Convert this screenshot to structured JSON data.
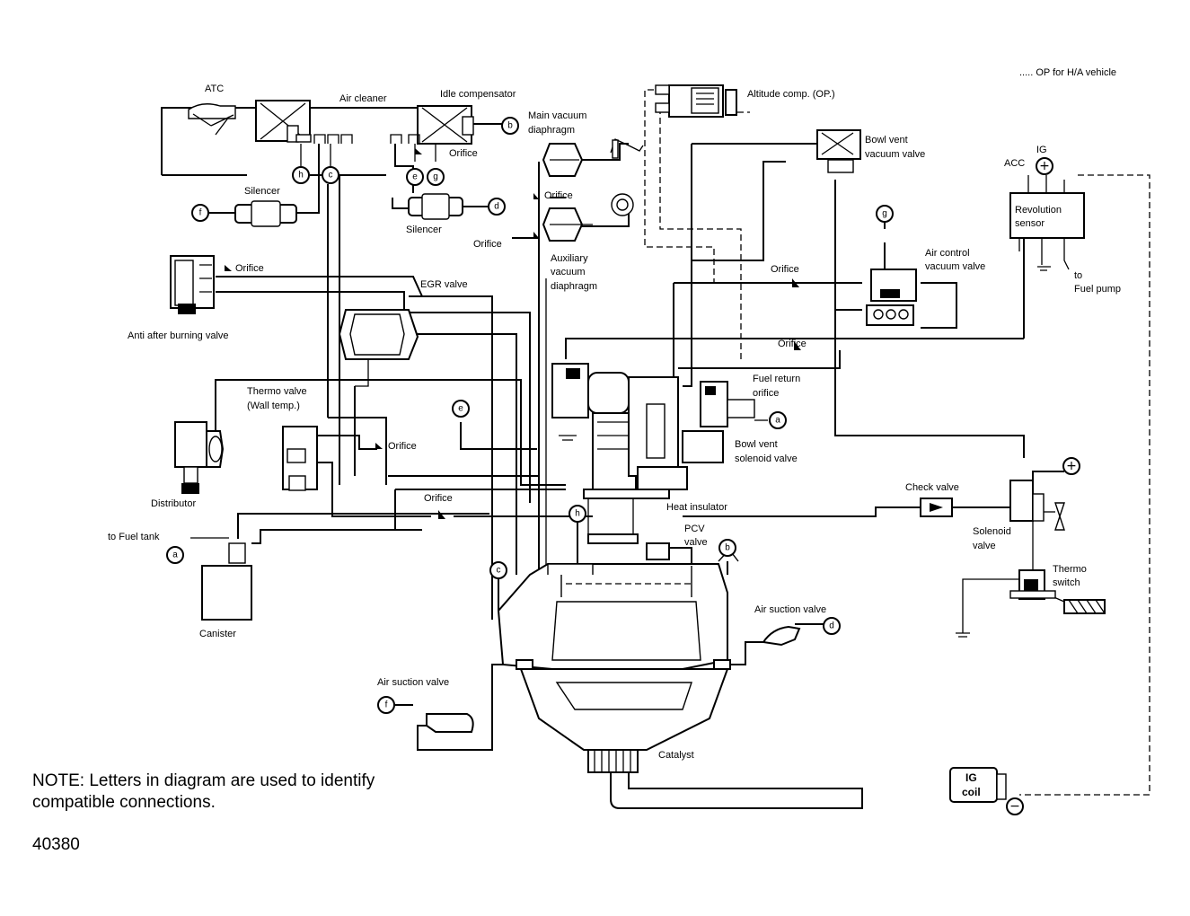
{
  "header": {
    "op_note": "..... OP for H/A vehicle"
  },
  "labels": {
    "atc": "ATC",
    "air_cleaner": "Air cleaner",
    "idle_compensator": "Idle compensator",
    "main_vacuum_diaphragm_1": "Main vacuum",
    "main_vacuum_diaphragm_2": "diaphragm",
    "altitude_comp": "Altitude comp. (OP.)",
    "bowl_vent_vacuum_valve_1": "Bowl vent",
    "bowl_vent_vacuum_valve_2": "vacuum valve",
    "acc": "ACC",
    "ig": "IG",
    "revolution_sensor_1": "Revolution",
    "revolution_sensor_2": "sensor",
    "to_fuel_pump_1": "to",
    "to_fuel_pump_2": "Fuel pump",
    "orifice_idle": "Orifice",
    "orifice_main": "Orifice",
    "orifice_aux": "Orifice",
    "orifice_anti": "Orifice",
    "orifice_upper": "Orifice",
    "orifice_middle": "Orifice",
    "orifice_thermo": "Orifice",
    "orifice_lower": "Orifice",
    "silencer_left": "Silencer",
    "silencer_center": "Silencer",
    "auxiliary_vacuum_diaphragm_1": "Auxiliary",
    "auxiliary_vacuum_diaphragm_2": "vacuum",
    "auxiliary_vacuum_diaphragm_3": "diaphragm",
    "air_control_vacuum_valve_1": "Air control",
    "air_control_vacuum_valve_2": "vacuum valve",
    "anti_after_burning_valve": "Anti after burning valve",
    "egr_valve": "EGR valve",
    "thermo_valve_1": "Thermo valve",
    "thermo_valve_2": "(Wall temp.)",
    "fuel_return_orifice_1": "Fuel return",
    "fuel_return_orifice_2": "orifice",
    "bowl_vent_solenoid_valve_1": "Bowl vent",
    "bowl_vent_solenoid_valve_2": "solenoid valve",
    "distributor": "Distributor",
    "check_valve": "Check valve",
    "heat_insulator": "Heat insulator",
    "solenoid_valve_1": "Solenoid",
    "solenoid_valve_2": "valve",
    "to_fuel_tank": "to Fuel tank",
    "pcv_valve_1": "PCV",
    "pcv_valve_2": "valve",
    "thermo_switch_1": "Thermo",
    "thermo_switch_2": "switch",
    "canister": "Canister",
    "air_suction_valve_right": "Air suction valve",
    "air_suction_valve_left": "Air suction valve",
    "catalyst": "Catalyst",
    "ig_coil_1": "IG",
    "ig_coil_2": "coil"
  },
  "connectors": {
    "a": "a",
    "b": "b",
    "c": "c",
    "d": "d",
    "e": "e",
    "f": "f",
    "g": "g",
    "h": "h"
  },
  "symbols": {
    "plus": "+",
    "minus": "−"
  },
  "note": {
    "line1": "NOTE: Letters in diagram are used to identify",
    "line2": "compatible connections."
  },
  "figure_number": "40380"
}
